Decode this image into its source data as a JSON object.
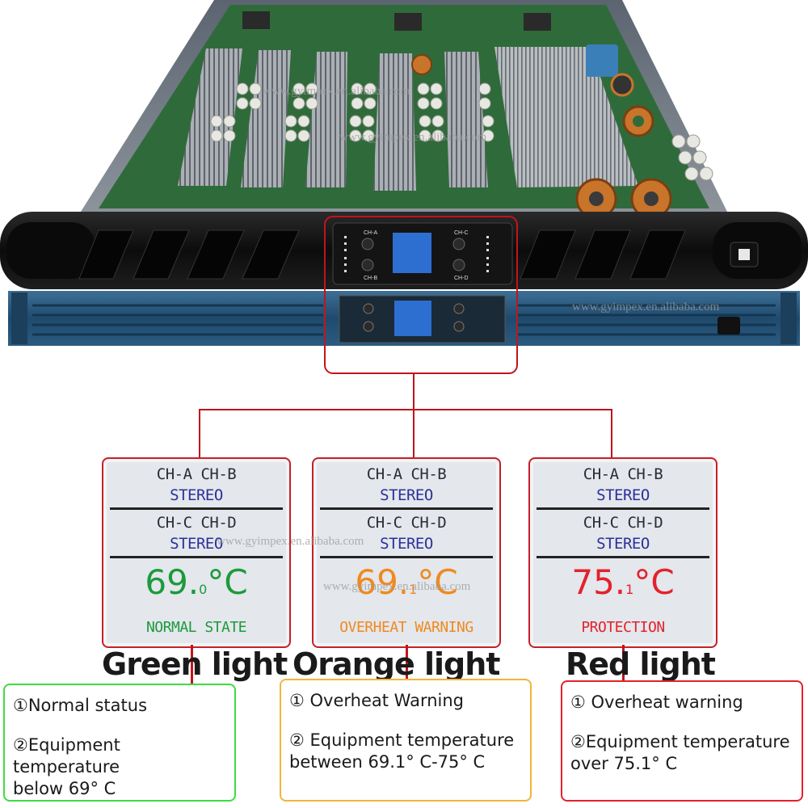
{
  "watermarks": [
    "www.gyimpex.en.alibaba.com",
    "www.gyimpex.en.alibaba.com",
    "www.gyimpex.en.alibaba.com",
    "www.gyimpex.en.alibaba.com",
    "www.gyimpex.en.alibaba.com"
  ],
  "front_panel": {
    "ch_a": "CH-A",
    "ch_b": "CH-B",
    "ch_c": "CH-C",
    "ch_d": "CH-D"
  },
  "colors": {
    "highlight_red": "#c0151b",
    "green": "#1c9a3c",
    "orange": "#ef8a1f",
    "red": "#e3222b",
    "green_box": "#3fdc3f",
    "orange_box": "#f2b53a",
    "red_box": "#e3222b"
  },
  "panels": [
    {
      "line1": "CH-A CH-B",
      "line2": "STEREO",
      "line3": "CH-C CH-D",
      "line4": "STEREO",
      "temp_main": "69.",
      "temp_dec": "0",
      "temp_unit": "°C",
      "state": "NORMAL STATE",
      "light": "Green light",
      "info1": "①Normal status",
      "info2a": "②Equipment temperature",
      "info2b": "below 69° C"
    },
    {
      "line1": "CH-A CH-B",
      "line2": "STEREO",
      "line3": "CH-C CH-D",
      "line4": "STEREO",
      "temp_main": "69.",
      "temp_dec": "1",
      "temp_unit": "°C",
      "state": "OVERHEAT WARNING",
      "light": "Orange light",
      "info1": "① Overheat Warning",
      "info2a": "② Equipment temperature",
      "info2b": "between 69.1° C-75° C"
    },
    {
      "line1": "CH-A CH-B",
      "line2": "STEREO",
      "line3": "CH-C CH-D",
      "line4": "STEREO",
      "temp_main": "75.",
      "temp_dec": "1",
      "temp_unit": "°C",
      "state": "PROTECTION",
      "light": "Red light",
      "info1": "① Overheat warning",
      "info2a": "②Equipment temperature",
      "info2b": "over 75.1° C"
    }
  ]
}
